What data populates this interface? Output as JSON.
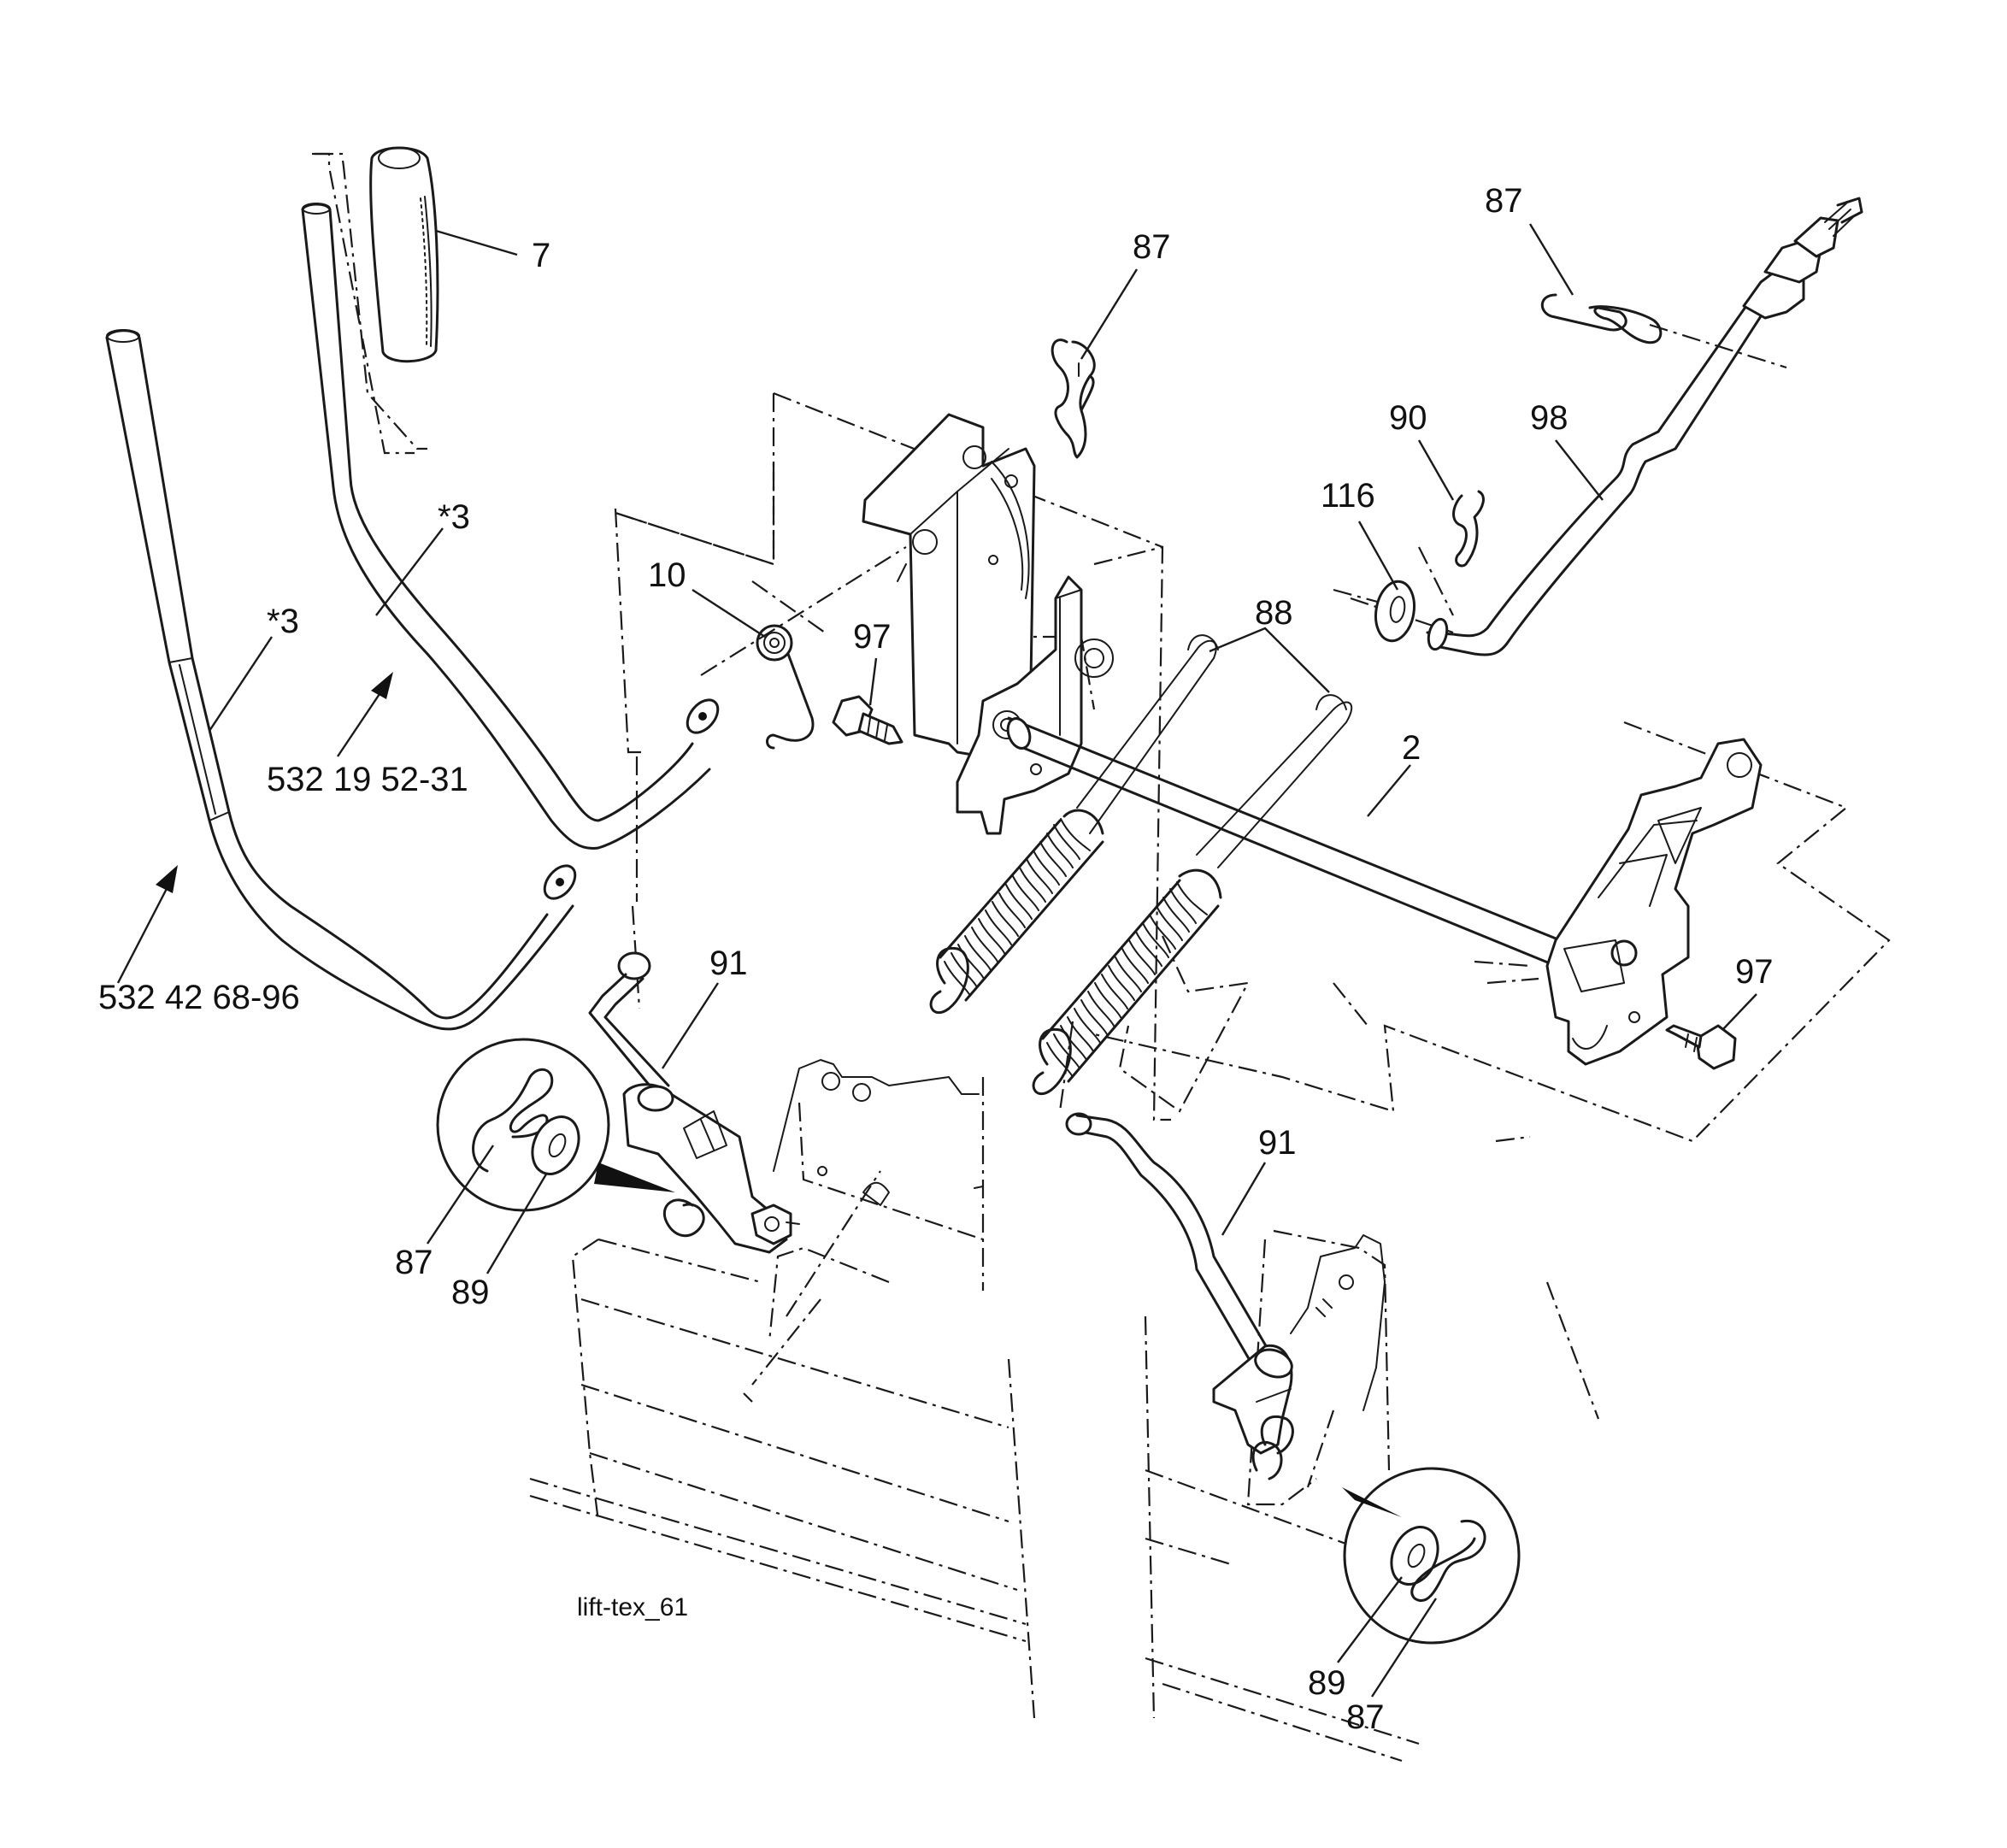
{
  "callouts": {
    "c7": "7",
    "c87_top": "87",
    "c87_right": "87",
    "c90": "90",
    "c98": "98",
    "c116": "116",
    "c3_upper": "*3",
    "c3_lower": "*3",
    "c10": "10",
    "c97_left": "97",
    "c88": "88",
    "c2": "2",
    "c97_right": "97",
    "c91_left": "91",
    "c91_right": "91",
    "c87_inset_left": "87",
    "c89_inset_left": "89",
    "c89_inset_right": "89",
    "c87_inset_right": "87"
  },
  "part_numbers": {
    "lever_upper": "532 19 52-31",
    "lever_lower": "532 42 68-96"
  },
  "figure_caption": "lift-tex_61"
}
